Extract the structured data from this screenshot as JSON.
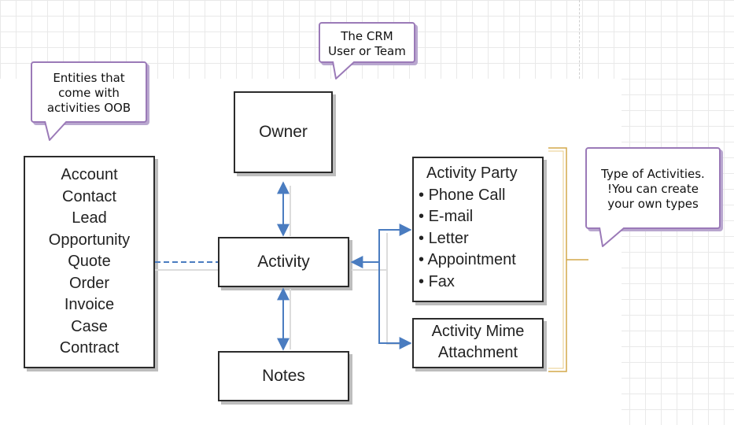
{
  "callouts": {
    "entities": {
      "lines": [
        "Entities that",
        "come with",
        "activities OOB"
      ]
    },
    "owner": {
      "lines": [
        "The CRM",
        "User or Team"
      ]
    },
    "types": {
      "lines": [
        "Type of Activities.",
        "!You can create",
        "your own types"
      ]
    }
  },
  "boxes": {
    "entities": [
      "Account",
      "Contact",
      "Lead",
      "Opportunity",
      "Quote",
      "Order",
      "Invoice",
      "Case",
      "Contract"
    ],
    "owner": "Owner",
    "activity": "Activity",
    "notes": "Notes",
    "activity_party": {
      "title": "Activity Party",
      "items": [
        "Phone Call",
        "E-mail",
        "Letter",
        "Appointment",
        "Fax"
      ]
    },
    "activity_mime": [
      "Activity Mime",
      "Attachment"
    ]
  },
  "colors": {
    "arrow": "#4a7cc0",
    "callout_border": "#9b7ab8",
    "callout_shadow": "#b9a7cf",
    "bracket": "#d4a84a"
  }
}
